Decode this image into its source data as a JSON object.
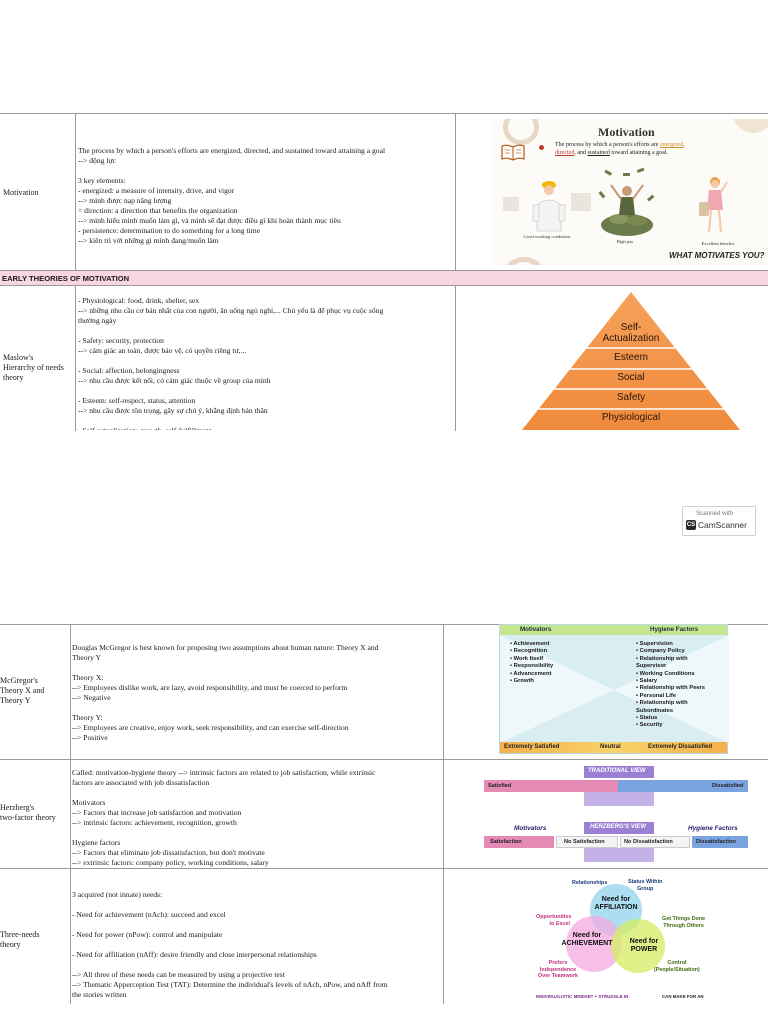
{
  "section_header": "EARLY THEORIES OF MOTIVATION",
  "rows": {
    "motivation": {
      "label": "Motivation",
      "content": "The process by which a person's efforts are energized, directed, and sustained toward attaining a goal\n--> động lực\n\n3 key elements:\n- energized: a measure of intensity, drive, and vigor\n--> mình được nạp năng lượng\n= direction: a direction that benefits the organization\n--> mình hiểu mình muốn làm gì, và mình sẽ đạt được điều gì khi hoàn thành mục tiêu\n- persistence: determination to do something for a long time\n--> kiên trì với những gì mình đang/muốn làm"
    },
    "maslow": {
      "label": "Maslow's\nHierarchy of needs\ntheory",
      "content": "- Physiological: food, drink, shelter, sex\n--> những nhu cầu cơ bản nhất của con người, ăn uống ngủ nghỉ,... Chủ yếu là để phục vụ cuộc sống\nthường ngày\n\n- Safety: security, protection\n--> cảm giác an toàn, được bảo vệ, có quyền riêng tư,...\n\n- Social: affection, belongingness\n--> nhu cầu được kết nối, có cảm giác thuộc về group của mình\n\n- Esteem: self-respect, status, attention\n--> nhu cầu được tôn trọng, gây sự chú ý, khẳng định bản thân\n\n- Self-actualization: growth, self-fulfillment"
    },
    "mcgregor": {
      "label": "McGregor's\nTheory X and\nTheory Y",
      "content": "Douglas McGregor is best known for proposing two assumptions about human nature: Theory X and\nTheory Y\n\nTheory X:\n--> Employees dislike work, are lazy, avoid responsibility, and must be coerced to perform\n--> Negative\n\nTheory Y:\n--> Employees are creative, enjoy work, seek responsibility, and can exercise self-direction\n--> Positive"
    },
    "herzberg": {
      "label": "Herzberg's\ntwo-factor theory",
      "content": "Called: motivation-hygiene theory --> intrinsic factors are related to job satisfaction, while extrinsic\nfactors are associated with job dissatisfaction\n\nMotivators\n--> Factors that increase job satisfaction and motivation\n--> intrinsic factors: achievement, recognition, growth\n\nHygiene factors\n--> Factors that eliminate job dissatisfaction, but don't motivate\n--> extrinsic factors: company policy, working conditions, salary"
    },
    "three_needs": {
      "label": "Three-needs\ntheory",
      "content": "3 acquired (not innate) needs:\n\n- Need for achievement (nAch): succeed and excel\n\n- Need for power (nPow): control and manipulate\n\n- Need for affiliation (nAff): desire friendly and close interpersonal relationships\n\n--> All three of these needs can be measured by using a projective test\n--> Thematic Apperception Test (TAT): Determine the individual's levels of nAch, nPow, and nAff from\nthe stories written"
    }
  },
  "motivation_panel": {
    "title": "Motivation",
    "def_1": "The process by which a person's efforts are ",
    "def_energized": "energized",
    "def_2": ", ",
    "def_directed": "directed",
    "def_3": ", and ",
    "def_sustained": "sustained",
    "def_4": " toward attaining a goal.",
    "caption_left": "Good working conditions",
    "caption_mid": "High pay",
    "caption_right": "Excellent benefits",
    "watermark": "WHAT MOTIVATES YOU?"
  },
  "pyramid": {
    "levels": [
      "Self-\nActualization",
      "Esteem",
      "Social",
      "Safety",
      "Physiological"
    ],
    "colors": {
      "top": "#f5a15a",
      "bottom": "#f08a3c",
      "line": "#ffffff"
    }
  },
  "motivators_table": {
    "head_left": "Motivators",
    "head_right": "Hygiene Factors",
    "motivators": "• Achievement\n• Recognition\n• Work Itself\n• Responsibility\n• Advancement\n• Growth",
    "hygiene": "• Supervision\n• Company Policy\n• Relationship with\n   Supervisor\n• Working Conditions\n• Salary\n• Relationship with Peers\n• Personal Life\n• Relationship with\n   Subordinates\n• Status\n• Security",
    "foot_left": "Extremely Satisfied",
    "foot_mid": "Neutral",
    "foot_right": "Extremely Dissatisfied"
  },
  "herzberg_diagram": {
    "traditional": "TRADITIONAL VIEW",
    "satisfied": "Satisfied",
    "dissatisfied": "Dissatisfied",
    "herzberg": "HERZBERG'S VIEW",
    "motivators": "Motivators",
    "hygiene": "Hygiene Factors",
    "satisfaction": "Satisfaction",
    "no_satisfaction": "No Satisfaction",
    "no_dissatisfaction": "No Dissatisfaction",
    "dissatisfaction": "Dissatisfaction"
  },
  "needs_diagram": {
    "affiliation": "Need for\nAFFILIATION",
    "achievement": "Need for\nACHIEVEMENT",
    "power": "Need for\nPOWER",
    "relationships": "Relationships",
    "status": "Status Within\nGroup",
    "opportunities": "Opportunities\nto Excel",
    "get_things_done": "Get Things Done\nThrough Others",
    "prefers": "Prefers\nIndependence\nOver Teamwork",
    "control": "Control\n(People/Situation)",
    "footer_left": "INDIVIDUALISTIC MINDSET + STRUGGLE IN",
    "footer_right": "CAN MAKE FOR AN"
  },
  "scanner": {
    "line1": "Scanned with",
    "brand": "CamScanner"
  }
}
